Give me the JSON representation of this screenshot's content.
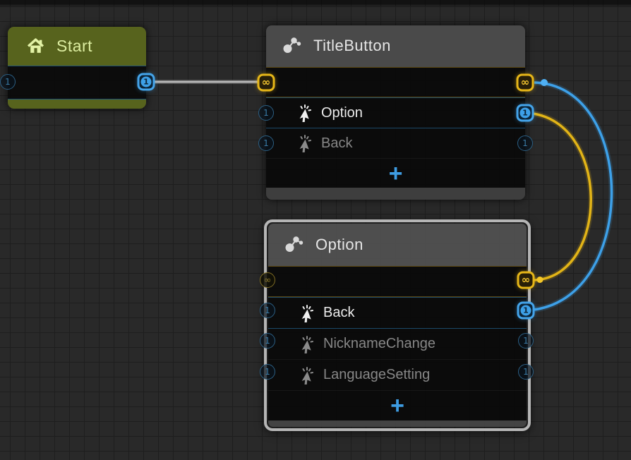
{
  "editor": {
    "kind": "state-machine-graph"
  },
  "glyphs": {
    "infinity": "∞",
    "one": "1",
    "plus": "+"
  },
  "colors": {
    "background": "#292929",
    "grid_line": "#1e1e1e",
    "accent_blue": "#3da0e8",
    "accent_yellow": "#e6b618",
    "start_header_green": "#59661d",
    "state_header_gray": "#4b4b4b",
    "selected_border": "#b5b5b5",
    "active_text": "#ececec",
    "dim_text": "#878787",
    "wire_gray": "#8b8b8b"
  },
  "nodes": {
    "start": {
      "title": "Start",
      "in_port": "1",
      "out_port": "1"
    },
    "title_button": {
      "title": "TitleButton",
      "in_port": "∞",
      "out_port": "∞",
      "rows": [
        {
          "label": "Option",
          "active": true,
          "in_port": "1",
          "out_port": "1"
        },
        {
          "label": "Back",
          "active": false,
          "in_port": "1",
          "out_port": "1"
        }
      ],
      "add_button": "+"
    },
    "option": {
      "title": "Option",
      "selected": true,
      "in_port": "∞",
      "out_port": "∞",
      "rows": [
        {
          "label": "Back",
          "active": true,
          "in_port": "1",
          "out_port": "1"
        },
        {
          "label": "NicknameChange",
          "active": false,
          "in_port": "1",
          "out_port": "1"
        },
        {
          "label": "LanguageSetting",
          "active": false,
          "in_port": "1",
          "out_port": "1"
        }
      ],
      "add_button": "+"
    }
  },
  "connections": [
    {
      "from": "Start.out",
      "to": "TitleButton.in",
      "color": "#8b8b8b"
    },
    {
      "from": "TitleButton.Option.out",
      "to": "Option.in-right",
      "color": "#e2b417"
    },
    {
      "from": "Option.Back.out",
      "to": "TitleButton.in-right",
      "color": "#3da0e8"
    }
  ]
}
